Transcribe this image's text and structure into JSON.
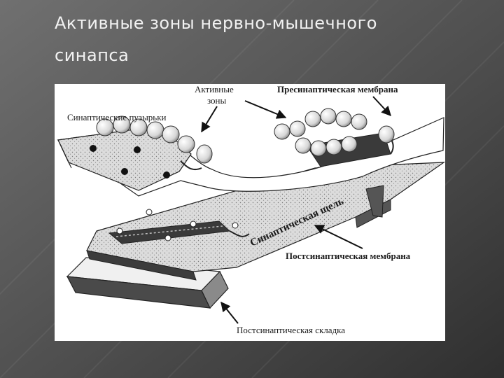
{
  "slide": {
    "title_line1": "Активные зоны нервно-мышечного",
    "title_line2": "синапса",
    "colors": {
      "background_light": "#6e6e6e",
      "background_dark": "#2e2e2e",
      "title": "#f2f2f2"
    }
  },
  "diagram": {
    "labels": {
      "active_zones_line1": "Активные",
      "active_zones_line2": "зоны",
      "presynaptic_membrane": "Пресинаптическая мембрана",
      "synaptic_vesicles": "Синаптические пузырьки",
      "synaptic_cleft": "Синаптическая щель",
      "postsynaptic_membrane": "Постсинаптическая мембрана",
      "postsynaptic_fold": "Постсинаптическая складка"
    }
  }
}
